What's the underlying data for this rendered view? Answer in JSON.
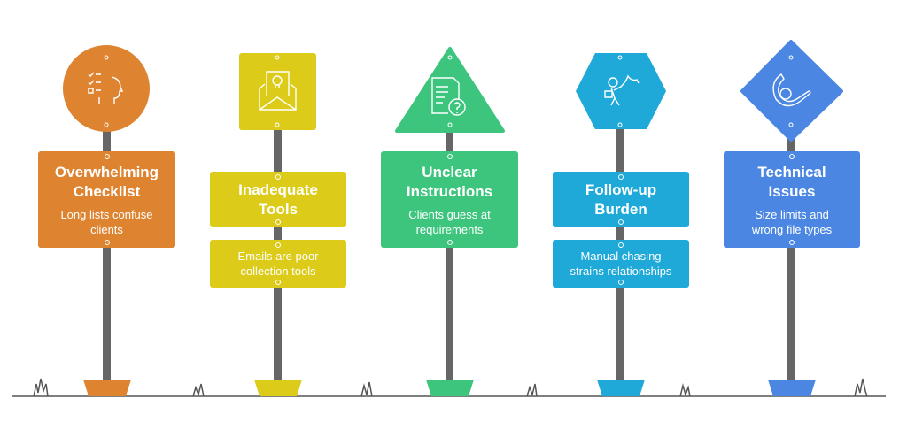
{
  "signs": [
    {
      "title": "Overwhelming Checklist",
      "title_lines": [
        "Overwhelming",
        "Checklist"
      ],
      "desc": "Long lists confuse clients",
      "color": "#DE8431",
      "icon": "checklist-head-icon",
      "shape": "circle"
    },
    {
      "title": "Inadequate Tools",
      "title_lines": [
        "Inadequate",
        "Tools"
      ],
      "desc": "Emails are poor collection tools",
      "color": "#DCCB18",
      "icon": "envelope-skull-icon",
      "shape": "square"
    },
    {
      "title": "Unclear Instructions",
      "title_lines": [
        "Unclear",
        "Instructions"
      ],
      "desc": "Clients guess at requirements",
      "color": "#3DC57E",
      "icon": "document-question-icon",
      "shape": "triangle"
    },
    {
      "title": "Follow-up Burden",
      "title_lines": [
        "Follow-up",
        "Burden"
      ],
      "desc": "Manual chasing strains relationships",
      "color": "#1EA9D9",
      "icon": "running-person-icon",
      "shape": "hexagon"
    },
    {
      "title": "Technical Issues",
      "title_lines": [
        "Technical",
        "Issues"
      ],
      "desc": "Size limits and wrong file types",
      "color": "#4B87E2",
      "icon": "spiral-icon",
      "shape": "diamond"
    }
  ],
  "pole_color": "#666666"
}
